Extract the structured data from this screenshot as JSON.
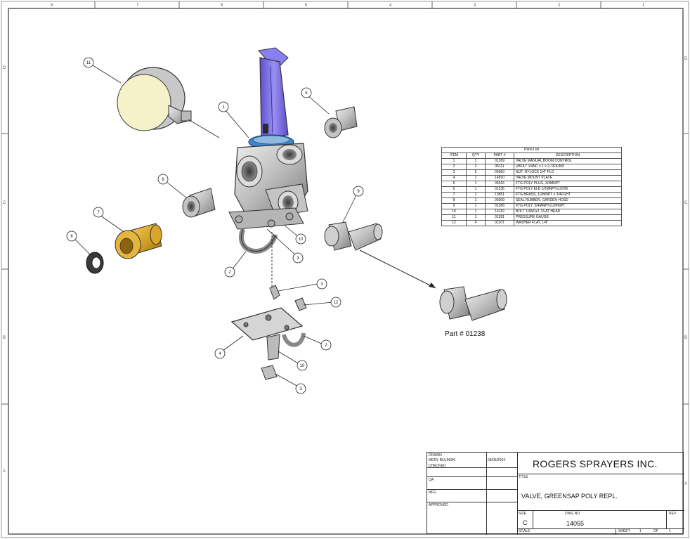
{
  "zones": {
    "top": [
      "8",
      "7",
      "6",
      "5",
      "4",
      "3",
      "2",
      "1"
    ],
    "side_left": [
      "D",
      "C",
      "B",
      "A"
    ],
    "side_right": [
      "D",
      "C",
      "B",
      "A"
    ]
  },
  "balloons": [
    {
      "id": "11",
      "label": "11"
    },
    {
      "id": "1a",
      "label": "1"
    },
    {
      "id": "5a",
      "label": "5"
    },
    {
      "id": "8",
      "label": "8"
    },
    {
      "id": "7",
      "label": "7"
    },
    {
      "id": "6",
      "label": "6"
    },
    {
      "id": "9",
      "label": "9"
    },
    {
      "id": "10a",
      "label": "10"
    },
    {
      "id": "3a",
      "label": "3"
    },
    {
      "id": "2a",
      "label": "2"
    },
    {
      "id": "3b",
      "label": "3"
    },
    {
      "id": "12",
      "label": "12"
    },
    {
      "id": "2b",
      "label": "2"
    },
    {
      "id": "4",
      "label": "4"
    },
    {
      "id": "10b",
      "label": "10"
    },
    {
      "id": "3c",
      "label": "3"
    }
  ],
  "part_callout": "Part # 01238",
  "parts_list": {
    "title": "Parts List",
    "headers": [
      "ITEM",
      "QTY",
      "PART #",
      "DESCRIPTION"
    ],
    "rows": [
      [
        "1",
        "1",
        "01269",
        "VALVE MANUAL BOOM CONTROL"
      ],
      [
        "2",
        "2",
        "05111",
        "UBOLT 1/4NC x 1 x 2, ROUND"
      ],
      [
        "3",
        "5",
        "05660",
        "NUT, NYLOCK 1/4\" PLD"
      ],
      [
        "4",
        "1",
        "14810",
        "VALVE MOUNT PLATE"
      ],
      [
        "5",
        "1",
        "05616",
        "FTG POLY PLUG, 3/4MNPT"
      ],
      [
        "6",
        "1",
        "01235",
        "FTG POLY ELB 1/2MNPTx1/2HB"
      ],
      [
        "7",
        "1",
        "13851",
        "FTG BRASS, 1/2MNPT x 3/4FGHT"
      ],
      [
        "8",
        "1",
        "05009",
        "SEAL RUBBER, GARDEN HOSE"
      ],
      [
        "9",
        "1",
        "01268",
        "FTG POLY, 3/4MNPTx1/2FNPT"
      ],
      [
        "10",
        "1",
        "14119",
        "BOLT 1/4NCx2, FLAT HEAD"
      ],
      [
        "11",
        "1",
        "01281",
        "PRESSURE GAUGE"
      ],
      [
        "12",
        "4",
        "01107",
        "WASHER FLAT, 1/4\""
      ]
    ]
  },
  "title_block": {
    "drawn_label": "DRAWN",
    "drawn_by": "MERV BULINSKI",
    "drawn_date": "06/05/2004",
    "checked_label": "CHECKED",
    "qa_label": "QA",
    "mfg_label": "MFG",
    "approved_label": "APPROVED",
    "company": "ROGERS SPRAYERS INC.",
    "title_label": "TITLE",
    "title": "VALVE, GREENSAP POLY REPL.",
    "size_label": "SIZE",
    "size": "C",
    "dwg_label": "DWG NO",
    "dwg_no": "14055",
    "rev_label": "REV",
    "scale_label": "SCALE",
    "sheet_label": "SHEET",
    "sheet_num": "1",
    "of_label": "OF",
    "sheet_total": "1"
  },
  "colors": {
    "handle": "#7b6ee0",
    "collar": "#3f86c8",
    "brass": "#d9a62b",
    "metal_light": "#d2d2d2",
    "metal_dark": "#8a8a8a",
    "gauge_face": "#f5f1c8"
  }
}
